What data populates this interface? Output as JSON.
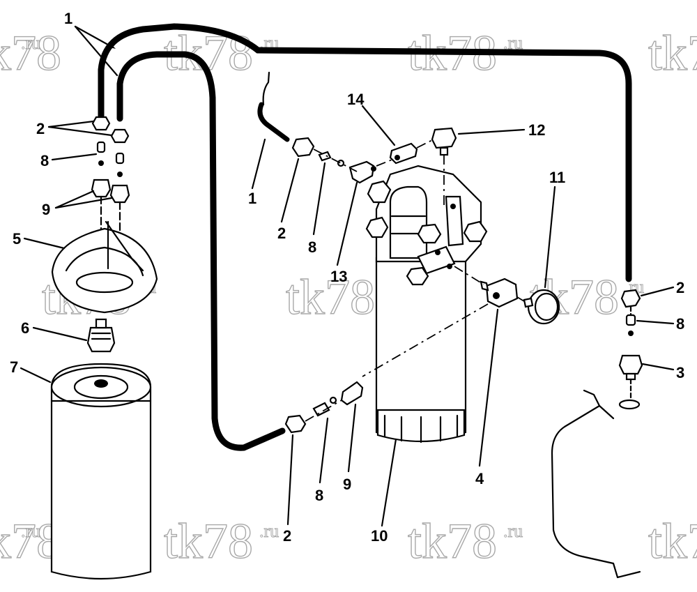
{
  "watermark": {
    "main": "tk78",
    "suffix": ".ru"
  },
  "callouts": {
    "c1a": "1",
    "c1b": "1",
    "c2a": "2",
    "c2b": "2",
    "c2c": "2",
    "c2d": "2",
    "c3": "3",
    "c4": "4",
    "c5": "5",
    "c6": "6",
    "c7": "7",
    "c8a": "8",
    "c8b": "8",
    "c8c": "8",
    "c8d": "8",
    "c9a": "9",
    "c9b": "9",
    "c10": "10",
    "c11": "11",
    "c12": "12",
    "c13": "13",
    "c14": "14"
  }
}
